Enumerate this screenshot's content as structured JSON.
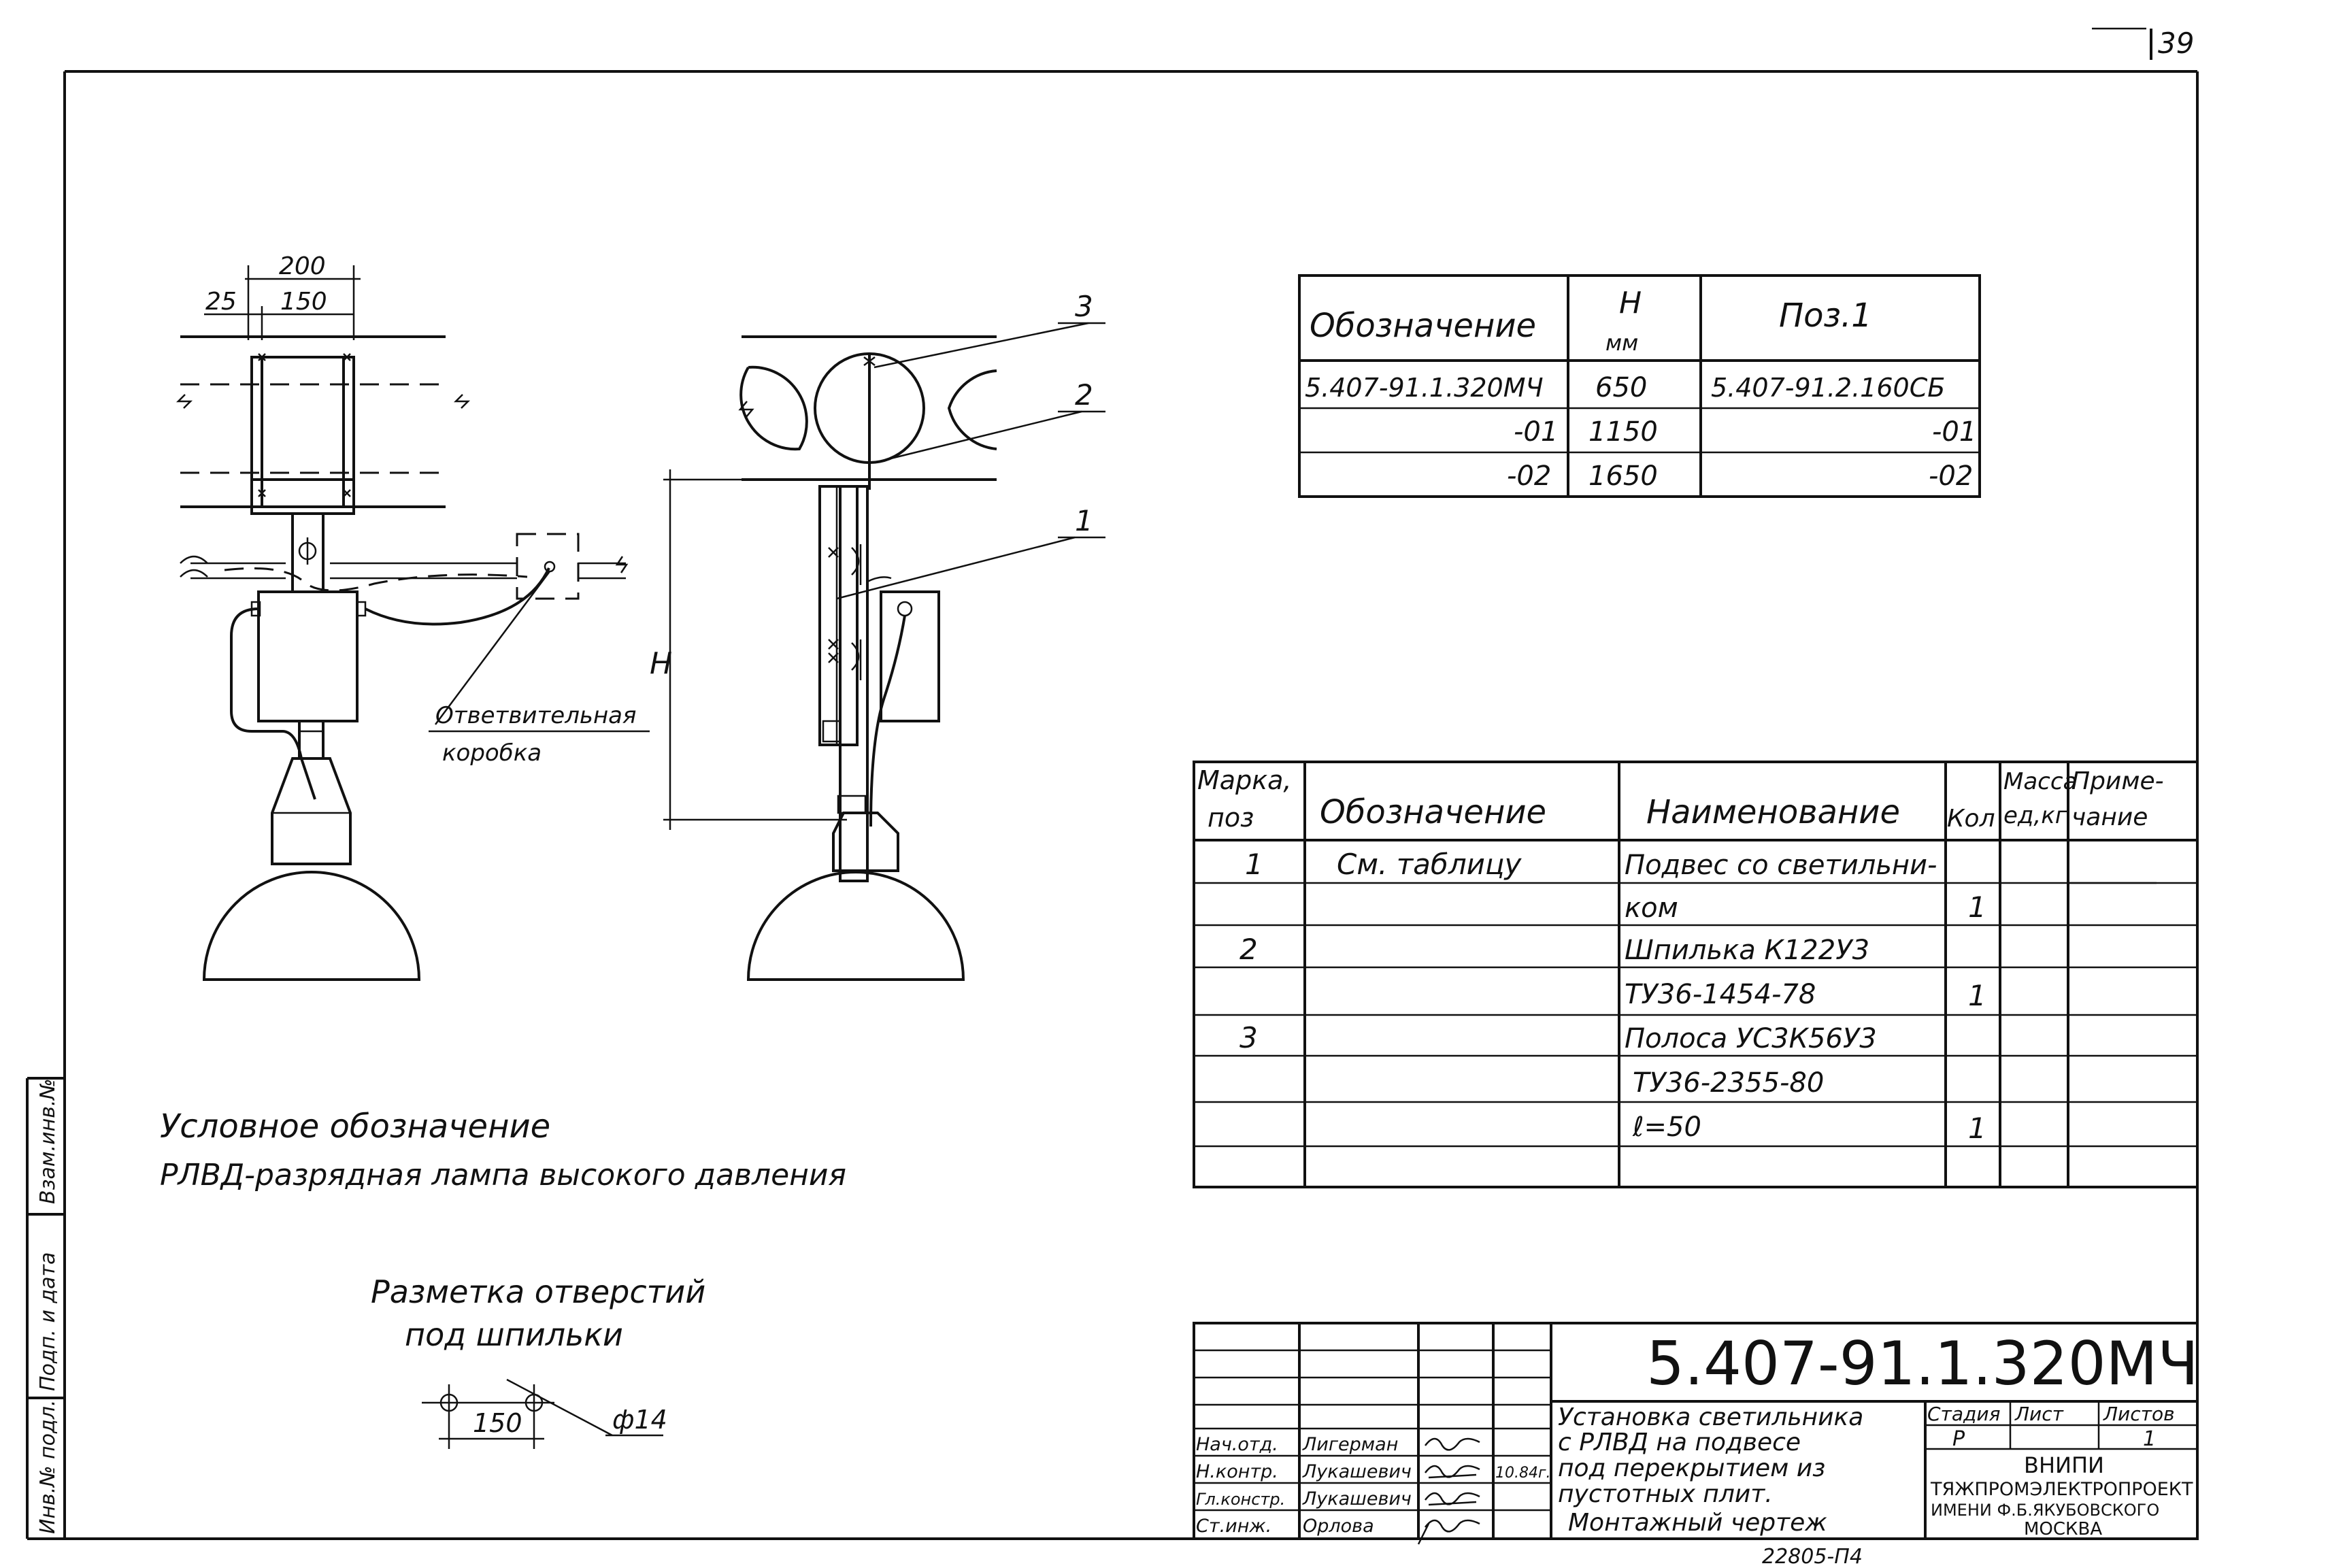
{
  "page": {
    "number": "39"
  },
  "drawing": {
    "dims": {
      "d200": "200",
      "d25": "25",
      "d150": "150",
      "h": "H"
    },
    "callouts": {
      "c1": "1",
      "c2": "2",
      "c3": "3"
    },
    "junction_box_label": [
      "Ответвительная",
      "коробка"
    ]
  },
  "variants_table": {
    "headers": {
      "designation": "Обозначение",
      "h": "H",
      "h_unit": "мм",
      "pos1": "Поз.1"
    },
    "rows": [
      {
        "designation": "5.407-91.1.320МЧ",
        "h": "650",
        "pos1": "5.407-91.2.160СБ"
      },
      {
        "designation": "-01",
        "h": "1150",
        "pos1": "-01"
      },
      {
        "designation": "-02",
        "h": "1650",
        "pos1": "-02"
      }
    ]
  },
  "spec_table": {
    "headers": {
      "mark": [
        "Марка,",
        "поз"
      ],
      "designation": "Обозначение",
      "name": "Наименование",
      "qty": "Кол",
      "mass": [
        "Масса",
        "ед,кг"
      ],
      "note": [
        "Приме-",
        "чание"
      ]
    },
    "rows": [
      {
        "mark": "1",
        "designation": "См. таблицу",
        "name": "Подвес со светильни-",
        "qty": ""
      },
      {
        "mark": "",
        "designation": "",
        "name": "ком",
        "qty": "1"
      },
      {
        "mark": "2",
        "designation": "",
        "name": "Шпилька К122У3",
        "qty": ""
      },
      {
        "mark": "",
        "designation": "",
        "name": "ТУ36-1454-78",
        "qty": "1"
      },
      {
        "mark": "3",
        "designation": "",
        "name": "Полоса УС3К56У3",
        "qty": ""
      },
      {
        "mark": "",
        "designation": "",
        "name": "ТУ36-2355-80",
        "qty": ""
      },
      {
        "mark": "",
        "designation": "",
        "name": "ℓ=50",
        "qty": "1"
      },
      {
        "mark": "",
        "designation": "",
        "name": "",
        "qty": ""
      }
    ]
  },
  "legend": {
    "title": "Условное обозначение",
    "text": "РЛВД-разрядная лампа высокого давления"
  },
  "markup": {
    "title": [
      "Разметка отверстий",
      "под шпильки"
    ],
    "dim": "150",
    "diameter": "ф14"
  },
  "title_block": {
    "code": "5.407-91.1.320МЧ",
    "title_lines": [
      "Установка светильника",
      "с РЛВД на подвесе",
      "под перекрытием из",
      "пустотных плит.",
      "Монтажный чертеж"
    ],
    "stage_label": "Стадия",
    "sheet_label": "Лист",
    "sheets_label": "Листов",
    "stage": "Р",
    "sheet": "",
    "sheets": "1",
    "org_lines": [
      "ВНИПИ",
      "ТЯЖПРОМЭЛЕКТРОПРОЕКТ",
      "ИМЕНИ Ф.Б.ЯКУБОВСКОГО",
      "МОСКВА"
    ],
    "date": "10.84г.",
    "people": [
      {
        "role": "Нач.отд.",
        "name": "Лигерман"
      },
      {
        "role": "Н.контр.",
        "name": "Лукашевич"
      },
      {
        "role": "Гл.констр.",
        "name": "Лукашевич"
      },
      {
        "role": "Ст.инж.",
        "name": "Орлова"
      }
    ]
  },
  "side_stamps": [
    "Взам.инв.№",
    "Подп. и дата",
    "Инв.№ подл."
  ],
  "footer": {
    "number": "22805-П4"
  }
}
